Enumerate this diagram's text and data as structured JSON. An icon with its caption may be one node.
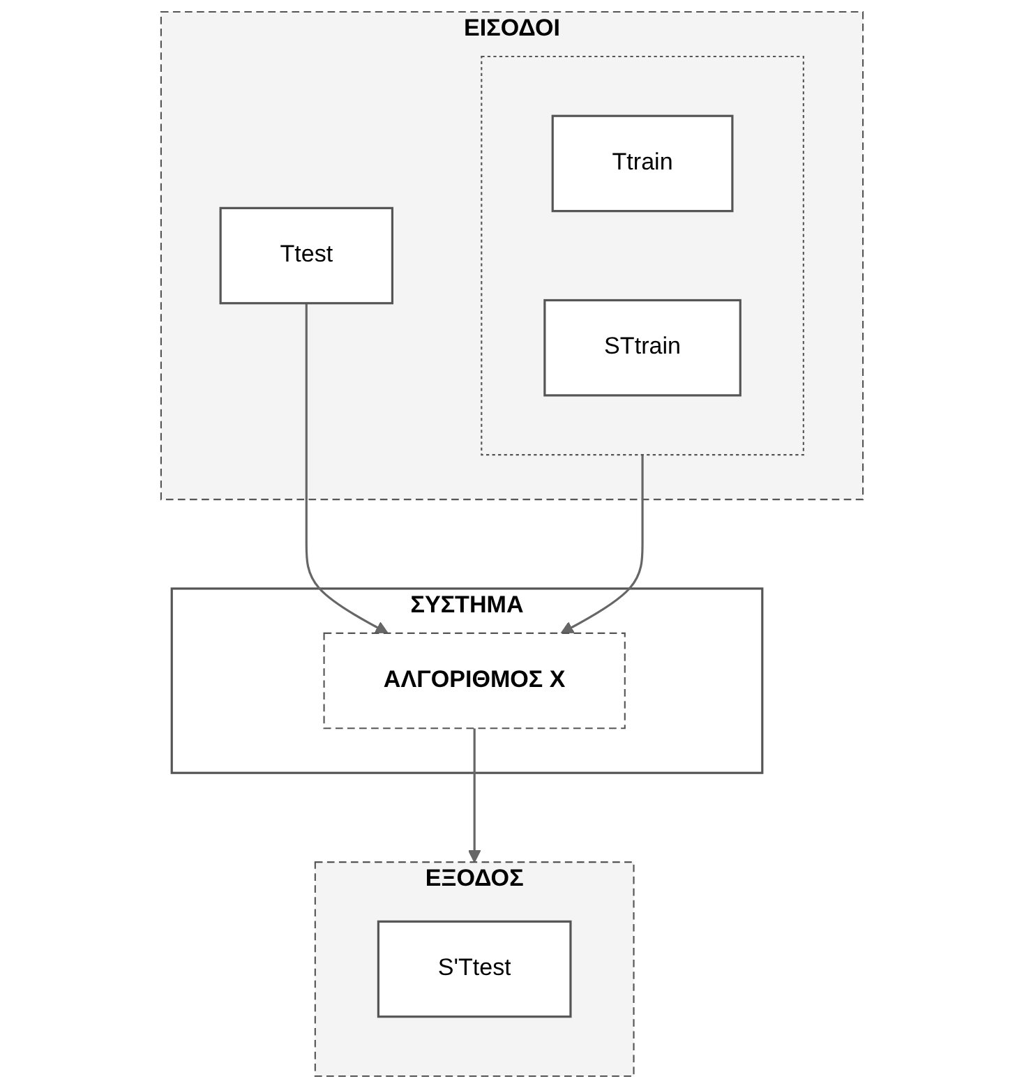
{
  "diagram": {
    "nodes": [
      {
        "text": [
          "ΕΙΣΟΔΟΙ"
        ]
      },
      {
        "text": [],
        "shape": "box",
        "in": 0
      },
      {
        "text": [
          "Ttrain"
        ],
        "in": 1
      },
      {
        "text": [
          "STtrain"
        ],
        "in": 1
      },
      {
        "text": [
          "Ttest"
        ],
        "in": 0
      },
      {
        "text": [
          "ΣΥΣΤΗΜΑ"
        ]
      },
      {
        "text": [
          "ΑΛΓΟΡΙΘΜΟΣ Χ"
        ],
        "in": 5
      },
      {
        "text": [
          "ΕΞΟΔΟΣ"
        ]
      },
      {
        "text": [
          "S'Ttest"
        ],
        "in": 7
      }
    ],
    "edges": [
      {
        "from": 1,
        "to": 6,
        "arrow": "to"
      },
      {
        "from": 4,
        "to": 6,
        "arrow": "to"
      },
      {
        "from": 6,
        "to": 7,
        "arrow": "to"
      }
    ]
  }
}
